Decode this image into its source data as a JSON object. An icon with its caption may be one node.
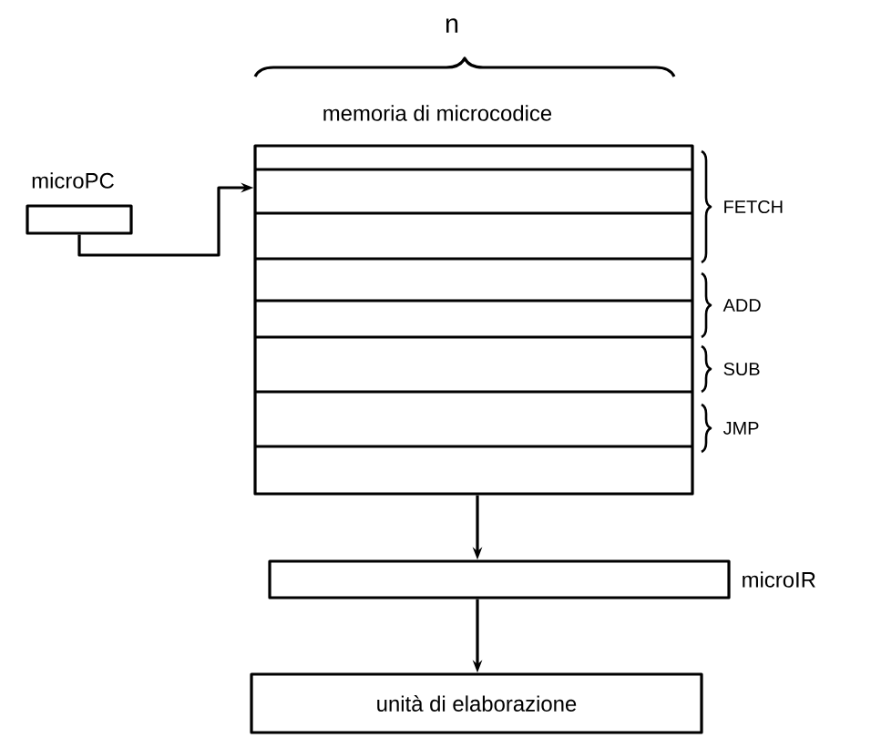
{
  "diagram": {
    "nodes": [
      {
        "text": [
          "memoria di microcodice"
        ]
      },
      {
        "text": [
          "microPC"
        ]
      },
      {
        "text": [
          "microIR"
        ]
      },
      {
        "text": [
          "unità di elaborazione"
        ]
      }
    ],
    "edges": [
      {
        "from": 1,
        "to": 0,
        "arrow": "to"
      },
      {
        "from": 0,
        "to": 2,
        "arrow": "to"
      },
      {
        "from": 2,
        "to": 3,
        "arrow": "to"
      }
    ],
    "labels": [
      "n",
      "FETCH",
      "ADD",
      "SUB",
      "JMP"
    ]
  }
}
